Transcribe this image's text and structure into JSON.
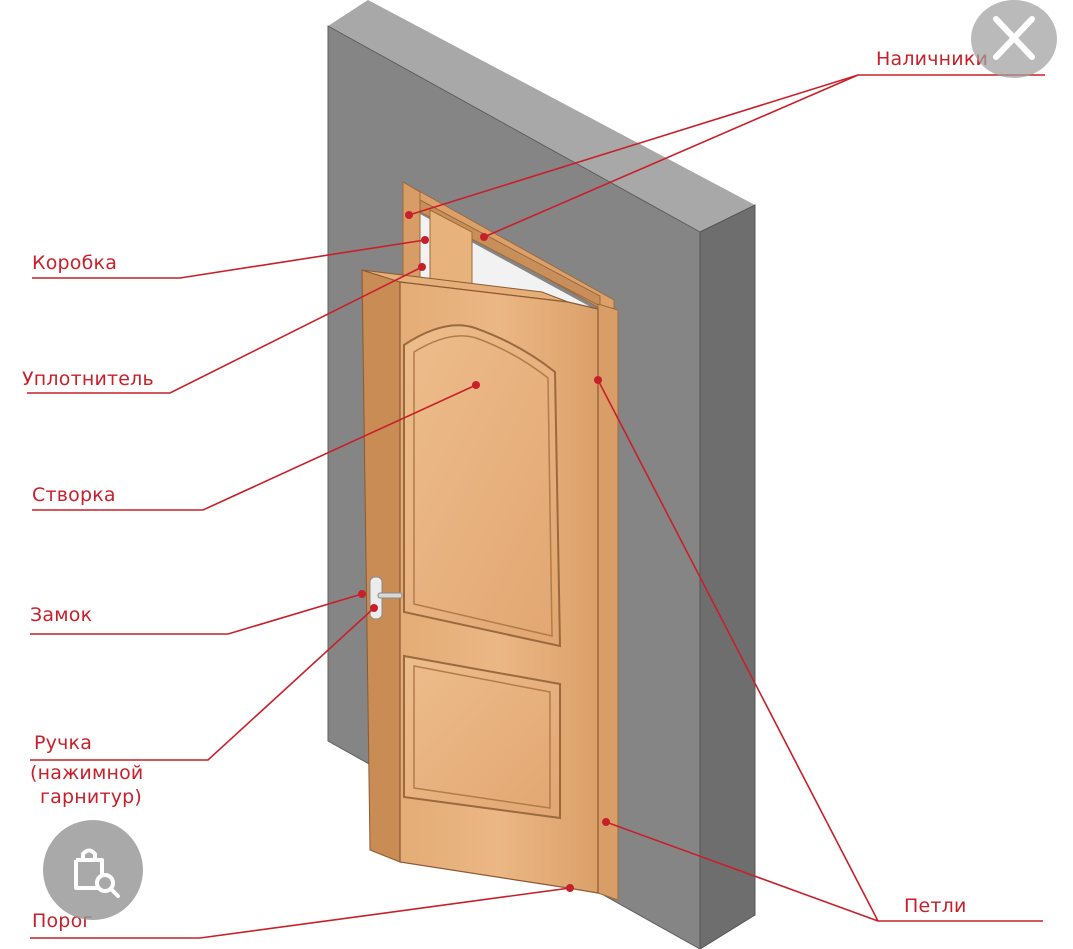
{
  "labels": {
    "nalichniki": "Наличники",
    "korobka": "Коробка",
    "uplotnitel": "Уплотнитель",
    "stvorka": "Створка",
    "zamok": "Замок",
    "ruchka_1": "Ручка",
    "ruchka_2": "(нажимной",
    "ruchka_3": "гарнитур)",
    "porog": "Порог",
    "petli": "Петли"
  },
  "controls": {
    "close_icon": "close-icon",
    "lens_icon": "visual-search-icon"
  },
  "colors": {
    "annotation": "#c8202a",
    "wall_front": "#858585",
    "wall_side": "#6e6e6e",
    "door_wood": "#dfa570"
  }
}
